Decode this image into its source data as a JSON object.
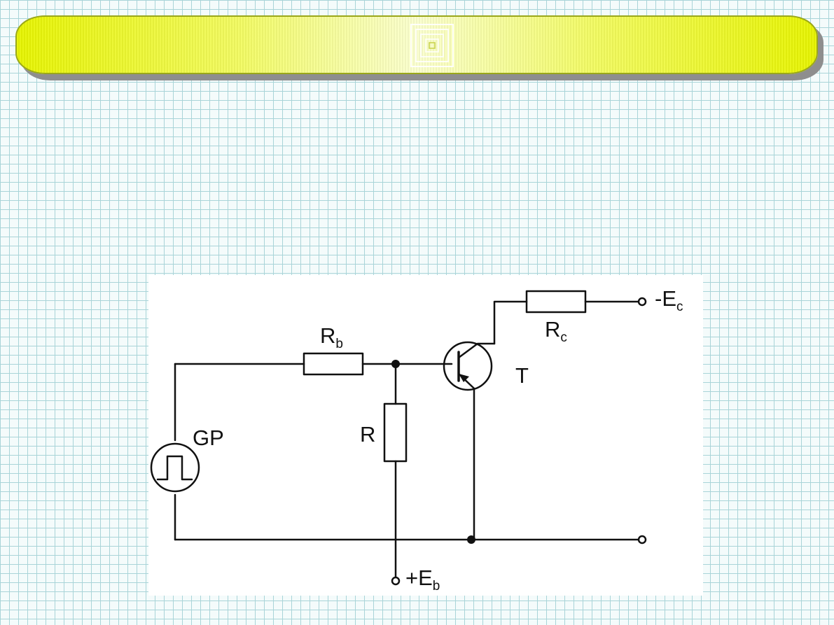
{
  "slide": {
    "title": "",
    "colors": {
      "banner_fill": "#eef85a",
      "banner_shadow": "#8e8e8e",
      "grid_line": "#a9d4d8",
      "background": "#f4fbfb",
      "ink": "#111111"
    }
  },
  "circuit": {
    "labels": {
      "rb_main": "R",
      "rb_sub": "b",
      "r": "R",
      "gp": "GP",
      "rc_main": "R",
      "rc_sub": "c",
      "t": "T",
      "ec_main": "-E",
      "ec_sub": "c",
      "eb_main": "+E",
      "eb_sub": "b"
    }
  }
}
